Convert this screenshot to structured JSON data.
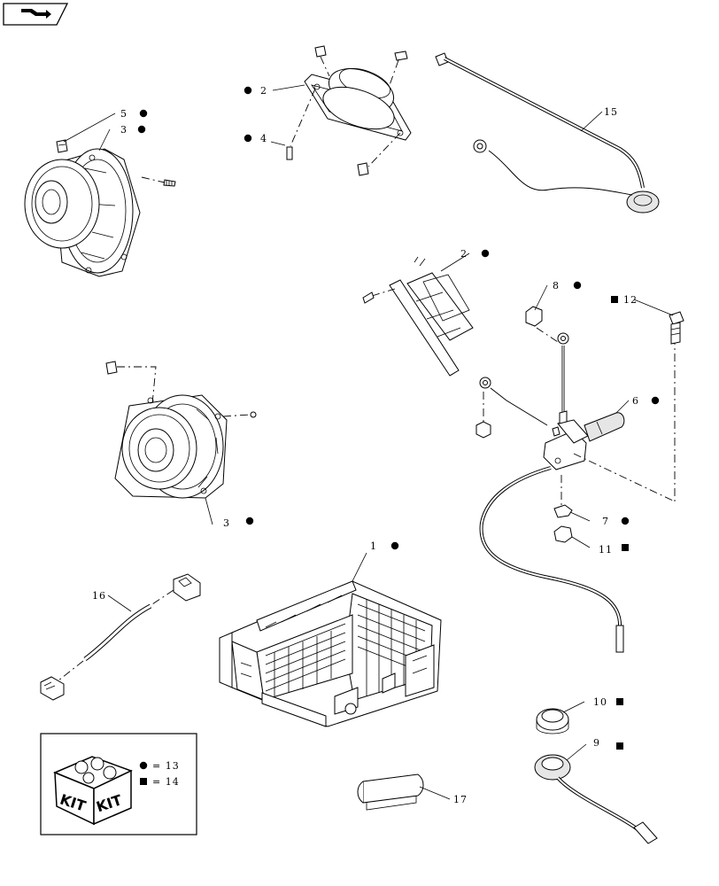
{
  "callouts": {
    "c1": "1",
    "c2a": "2",
    "c2b": "2",
    "c3a": "3",
    "c3b": "3",
    "c4": "4",
    "c5": "5",
    "c6": "6",
    "c7": "7",
    "c8": "8",
    "c9": "9",
    "c10": "10",
    "c11": "11",
    "c12": "12",
    "c15": "15",
    "c16": "16",
    "c17": "17"
  },
  "legend": {
    "circle_ref": "= 13",
    "square_ref": "= 14",
    "kit_label_1": "KIT",
    "kit_label_2": "KIT"
  },
  "icons": {
    "nav": "arrow-nav-icon",
    "kit": "kit-box-icon",
    "circle": "circle-marker-icon",
    "square": "square-marker-icon"
  }
}
